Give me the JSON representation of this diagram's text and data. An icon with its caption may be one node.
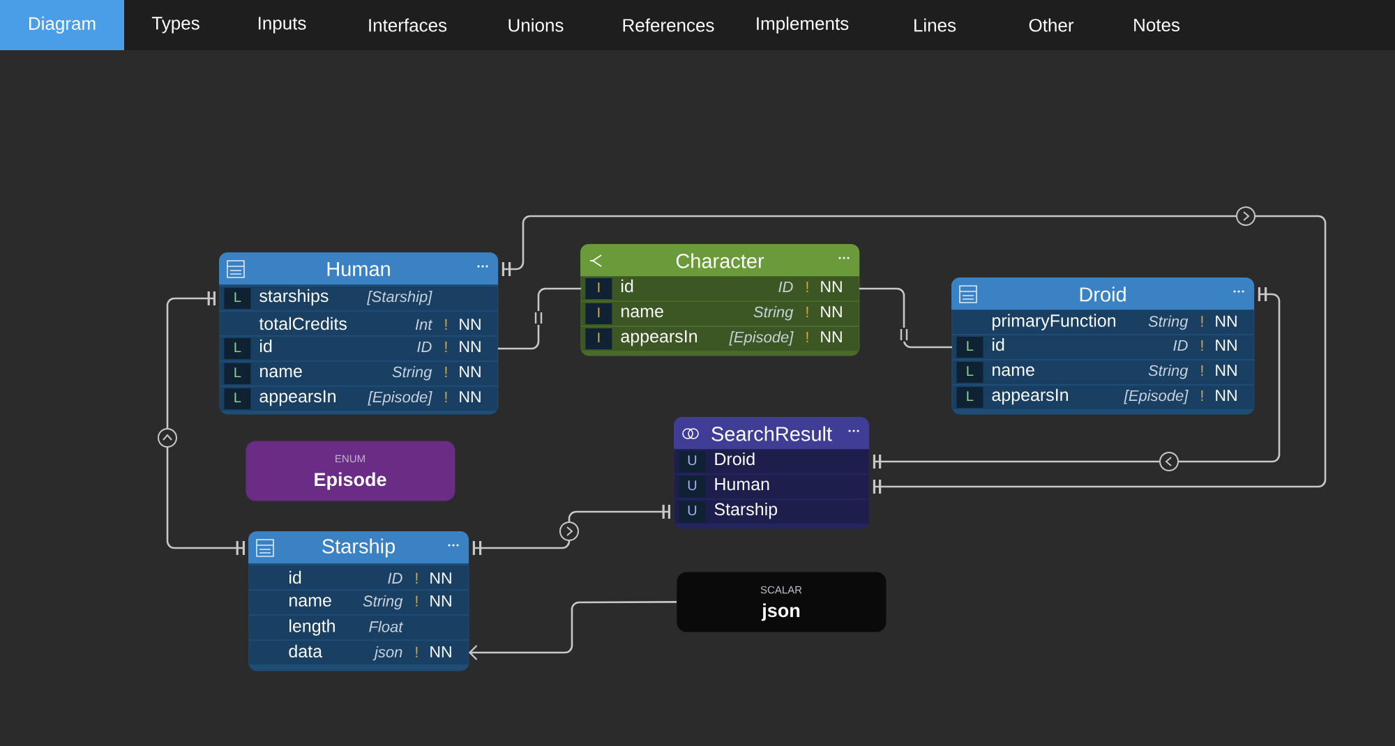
{
  "diagram": {
    "nodes": [
      {
        "text": [
          "Human"
        ]
      },
      {
        "text": [
          "L",
          "starships",
          "[Starship]"
        ],
        "in": 0
      },
      {
        "text": [
          "totalCredits",
          "Int",
          "!",
          "NN"
        ],
        "in": 0
      },
      {
        "text": [
          "L",
          "id",
          "ID",
          "!",
          "NN"
        ],
        "in": 0
      },
      {
        "text": [
          "L",
          "name",
          "String",
          "!",
          "NN"
        ],
        "in": 0
      },
      {
        "text": [
          "L",
          "appearsIn",
          "[Episode]",
          "!",
          "NN"
        ],
        "in": 0
      },
      {
        "text": [
          "Character"
        ]
      },
      {
        "text": [
          "I",
          "id",
          "ID",
          "!",
          "NN"
        ],
        "in": 6
      },
      {
        "text": [
          "I",
          "name",
          "String",
          "!",
          "NN"
        ],
        "in": 6
      },
      {
        "text": [
          "I",
          "appearsIn",
          "[Episode]",
          "!",
          "NN"
        ],
        "in": 6
      },
      {
        "text": [
          "Droid"
        ]
      },
      {
        "text": [
          "primaryFunction",
          "String",
          "!",
          "NN"
        ],
        "in": 10
      },
      {
        "text": [
          "L",
          "id",
          "ID",
          "!",
          "NN"
        ],
        "in": 10
      },
      {
        "text": [
          "L",
          "name",
          "String",
          "!",
          "NN"
        ],
        "in": 10
      },
      {
        "text": [
          "L",
          "appearsIn",
          "[Episode]",
          "!",
          "NN"
        ],
        "in": 10
      },
      {
        "text": [
          "ENUM",
          "Episode"
        ]
      },
      {
        "text": [
          "SearchResult"
        ]
      },
      {
        "text": [
          "U",
          "Droid"
        ],
        "in": 16
      },
      {
        "text": [
          "U",
          "Human"
        ],
        "in": 16
      },
      {
        "text": [
          "U",
          "Starship"
        ],
        "in": 16
      },
      {
        "text": [
          "Starship"
        ]
      },
      {
        "text": [
          "id",
          "ID",
          "!",
          "NN"
        ],
        "in": 20
      },
      {
        "text": [
          "name",
          "String",
          "!",
          "NN"
        ],
        "in": 20
      },
      {
        "text": [
          "length",
          "Float"
        ],
        "in": 20
      },
      {
        "text": [
          "data",
          "json",
          "!",
          "NN"
        ],
        "in": 20
      },
      {
        "text": [
          "SCALAR",
          "json"
        ]
      }
    ],
    "edges": [
      {
        "from": 0,
        "to": 18,
        "arrow": "other"
      },
      {
        "from": 3,
        "to": 7,
        "arrow": "none"
      },
      {
        "from": 7,
        "to": 12,
        "arrow": "none"
      },
      {
        "from": 10,
        "to": 17,
        "arrow": "other"
      },
      {
        "from": 20,
        "to": 1,
        "arrow": "other"
      },
      {
        "from": 20,
        "to": 19,
        "arrow": "other"
      },
      {
        "from": 25,
        "to": 24,
        "arrow": "to"
      }
    ],
    "labels": [
      "Diagram",
      "Types",
      "Inputs",
      "Interfaces",
      "Unions",
      "References",
      "Implements",
      "Lines",
      "Other",
      "Notes"
    ]
  }
}
